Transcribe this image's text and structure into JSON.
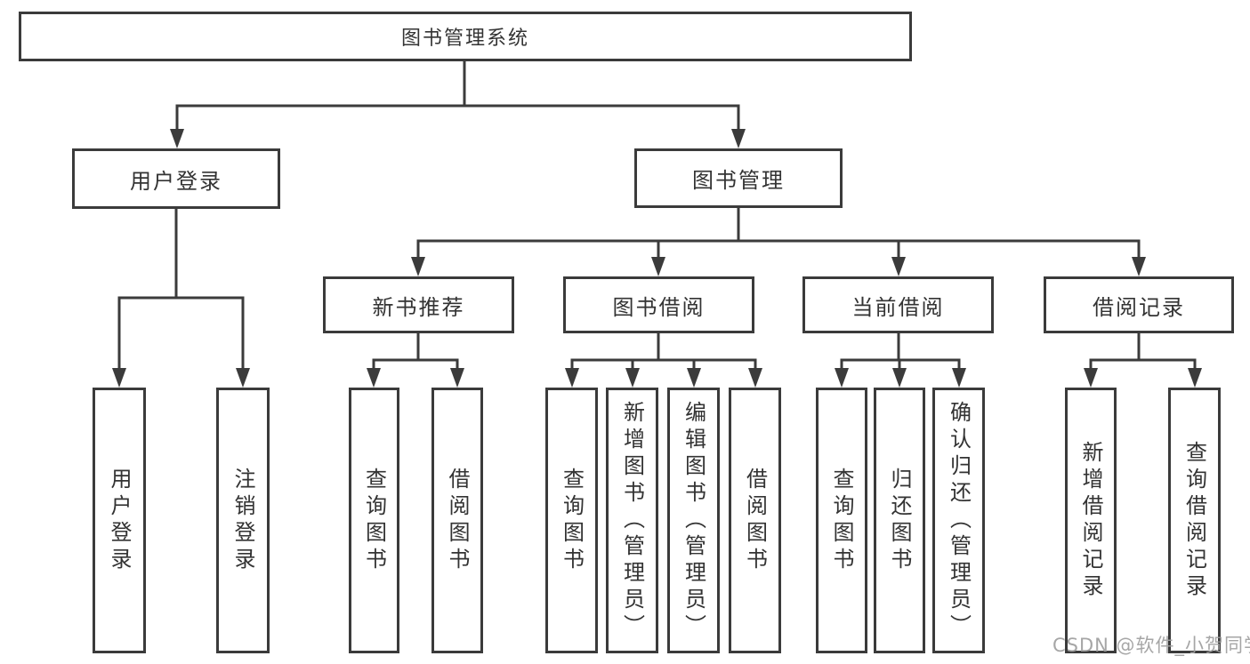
{
  "diagram": {
    "tree": {
      "label": "图书管理系统",
      "children": [
        {
          "label": "用户登录",
          "children": [
            {
              "label": "用户登录"
            },
            {
              "label": "注销登录"
            }
          ]
        },
        {
          "label": "图书管理",
          "children": [
            {
              "label": "新书推荐",
              "children": [
                {
                  "label": "查询图书"
                },
                {
                  "label": "借阅图书"
                }
              ]
            },
            {
              "label": "图书借阅",
              "children": [
                {
                  "label": "查询图书"
                },
                {
                  "label": "新增图书（管理员）"
                },
                {
                  "label": "编辑图书（管理员）"
                },
                {
                  "label": "借阅图书"
                }
              ]
            },
            {
              "label": "当前借阅",
              "children": [
                {
                  "label": "查询图书"
                },
                {
                  "label": "归还图书"
                },
                {
                  "label": "确认归还（管理员）"
                }
              ]
            },
            {
              "label": "借阅记录",
              "children": [
                {
                  "label": "新增借阅记录"
                },
                {
                  "label": "查询借阅记录"
                }
              ]
            }
          ]
        }
      ]
    },
    "colors": {
      "line": "#3b3b3b",
      "text": "#333333",
      "background": "#ffffff",
      "watermark": "#9e9e9e"
    }
  },
  "watermark": {
    "text": "CSDN @软件_小贺同学"
  }
}
